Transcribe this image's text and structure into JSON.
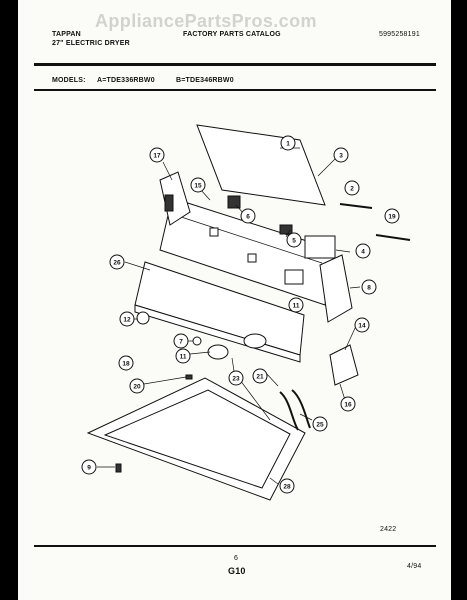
{
  "watermark": "AppliancePartsPros.com",
  "header": {
    "brand": "TAPPAN",
    "product": "27\" ELECTRIC DRYER",
    "catalog": "FACTORY PARTS CATALOG",
    "doc_number": "5995258191"
  },
  "models": {
    "label": "MODELS:",
    "a": "A=TDE336RBW0",
    "b": "B=TDE346RBW0"
  },
  "callouts": [
    "1",
    "3",
    "17",
    "15",
    "2",
    "6",
    "19",
    "5",
    "4",
    "26",
    "8",
    "11",
    "12",
    "14",
    "7",
    "11",
    "18",
    "23",
    "21",
    "20",
    "16",
    "25",
    "9",
    "28"
  ],
  "footer": {
    "ref": "2422",
    "page": "6",
    "section": "G10",
    "date": "4/94"
  }
}
